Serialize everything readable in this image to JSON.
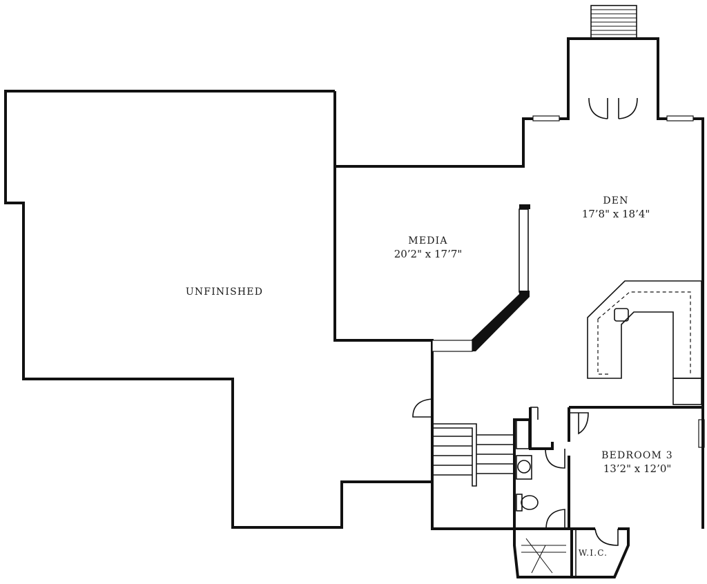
{
  "rooms": {
    "unfinished": {
      "name": "UNFINISHED"
    },
    "media": {
      "name": "MEDIA",
      "dimensions": "20’2\" x 17’7\""
    },
    "den": {
      "name": "DEN",
      "dimensions": "17’8\" x 18’4\""
    },
    "bedroom3": {
      "name": "BEDROOM 3",
      "dimensions": "13’2\" x 12’0\""
    },
    "wic": {
      "name": "W.I.C."
    }
  },
  "colors": {
    "wall": "#111111",
    "background": "#ffffff"
  }
}
